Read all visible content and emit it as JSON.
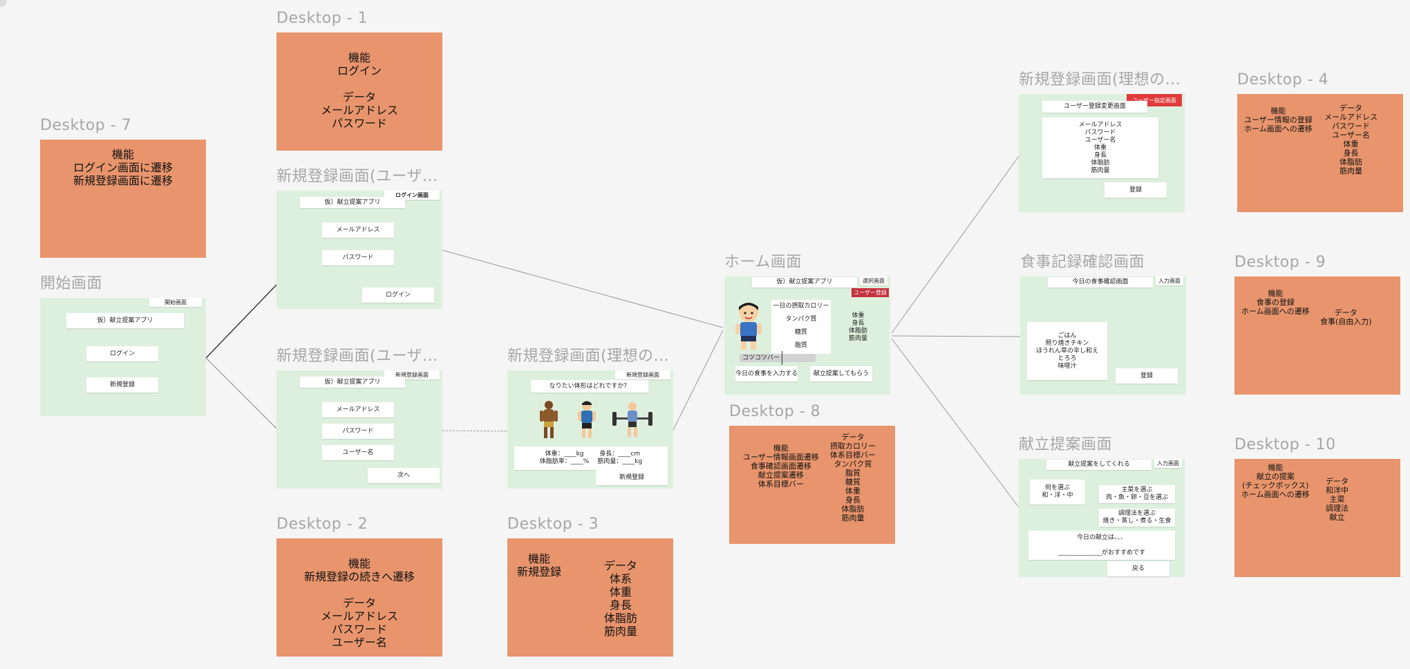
{
  "frames": {
    "start": {
      "title": "開始画面",
      "tag": "開始画面",
      "app_name": "仮）献立提案アプリ",
      "login": "ログイン",
      "signup": "新規登録"
    },
    "login": {
      "title": "新規登録画面(ユーザ...",
      "tag": "ログイン画面",
      "app_name": "仮）献立提案アプリ",
      "email": "メールアドレス",
      "password": "パスワード",
      "login": "ログイン"
    },
    "reg1": {
      "title": "新規登録画面(ユーザ...",
      "tag": "新規登録画面",
      "app_name": "仮）献立提案アプリ",
      "email": "メールアドレス",
      "password": "パスワード",
      "username": "ユーザー名",
      "next": "次へ"
    },
    "reg2": {
      "title": "新規登録画面(理想の...",
      "tag": "新規登録画面",
      "question": "なりたい体形はどれですか？",
      "form_left": "体重：____kg\n体脂肪率：____%",
      "form_right": "身長：____cm\n筋肉量：____kg",
      "register": "新規登録"
    },
    "home": {
      "title": "ホーム画面",
      "tag": "選択画面",
      "badge": "ユーザー登録",
      "app_name": "仮）献立提案アプリ",
      "nutrients": [
        "一日の摂取カロリー",
        "タンパク質",
        "糖質",
        "脂質"
      ],
      "stats": "体重\n身長\n体脂肪\n筋肉量",
      "progress": "コツコツバー",
      "progress_level": 0.55,
      "input_meal": "今日の食事を入力する",
      "suggest": "献立提案してもらう"
    },
    "profile": {
      "title": "新規登録画面(理想の...",
      "badge": "ユーザー指定画面",
      "header": "ユーザー登録変更画面",
      "fields": "メールアドレス\nパスワード\nユーザー名\n体重\n身長\n体脂肪\n筋肉量",
      "register": "登録"
    },
    "meal": {
      "title": "食事記録確認画面",
      "tag": "入力画面",
      "header": "今日の食事確認画面",
      "log": "ごはん\n照り焼きチキン\nほうれん草の辛し和え\nとろろ\n味噌汁",
      "register": "登録"
    },
    "menu": {
      "title": "献立提案画面",
      "tag": "入力画面",
      "header": "献立提案をしてくれる",
      "cuisine": "何を選ぶ\n和・洋・中",
      "main_dish": "主菜を選ぶ\n肉・魚・卵・豆を選ぶ",
      "method": "調理法を選ぶ\n焼き・蒸し・煮る・生食",
      "result": "今日の献立は、、、\n\n______________がおすすめです",
      "back": "戻る"
    }
  },
  "notes": {
    "d1": {
      "title": "Desktop - 1",
      "text": "機能\nログイン\n\nデータ\nメールアドレス\nパスワード"
    },
    "d7": {
      "title": "Desktop - 7",
      "text": "機能\nログイン画面に遷移\n新規登録画面に遷移"
    },
    "d2": {
      "title": "Desktop - 2",
      "text": "機能\n新規登録の続きへ遷移\n\nデータ\nメールアドレス\nパスワード\nユーザー名"
    },
    "d3": {
      "title": "Desktop - 3",
      "func": "機能\n新規登録",
      "data": "データ\n体系\n体重\n身長\n体脂肪\n筋肉量"
    },
    "d8": {
      "title": "Desktop - 8",
      "func": "機能\nユーザー情報画面遷移\n食事確認画面遷移\n献立提案遷移\n体系目標バー",
      "data": "データ\n摂取カロリー\n体系目標バー\nタンパク質\n脂質\n糖質\n体重\n身長\n体脂肪\n筋肉量"
    },
    "d4": {
      "title": "Desktop - 4",
      "func": "機能\nユーザー情報の登録\nホーム画面への遷移",
      "data": "データ\nメールアドレス\nパスワード\nユーザー名\n体重\n身長\n体脂肪\n筋肉量"
    },
    "d9": {
      "title": "Desktop - 9",
      "func": "機能\n食事の登録\nホーム画面への遷移",
      "data": "データ\n食事(自由入力)"
    },
    "d10": {
      "title": "Desktop - 10",
      "func": "機能\n献立の提案\n(チェックボックス)\nホーム画面への遷移",
      "data": "データ\n和洋中\n主菜\n調理法\n献立"
    }
  }
}
